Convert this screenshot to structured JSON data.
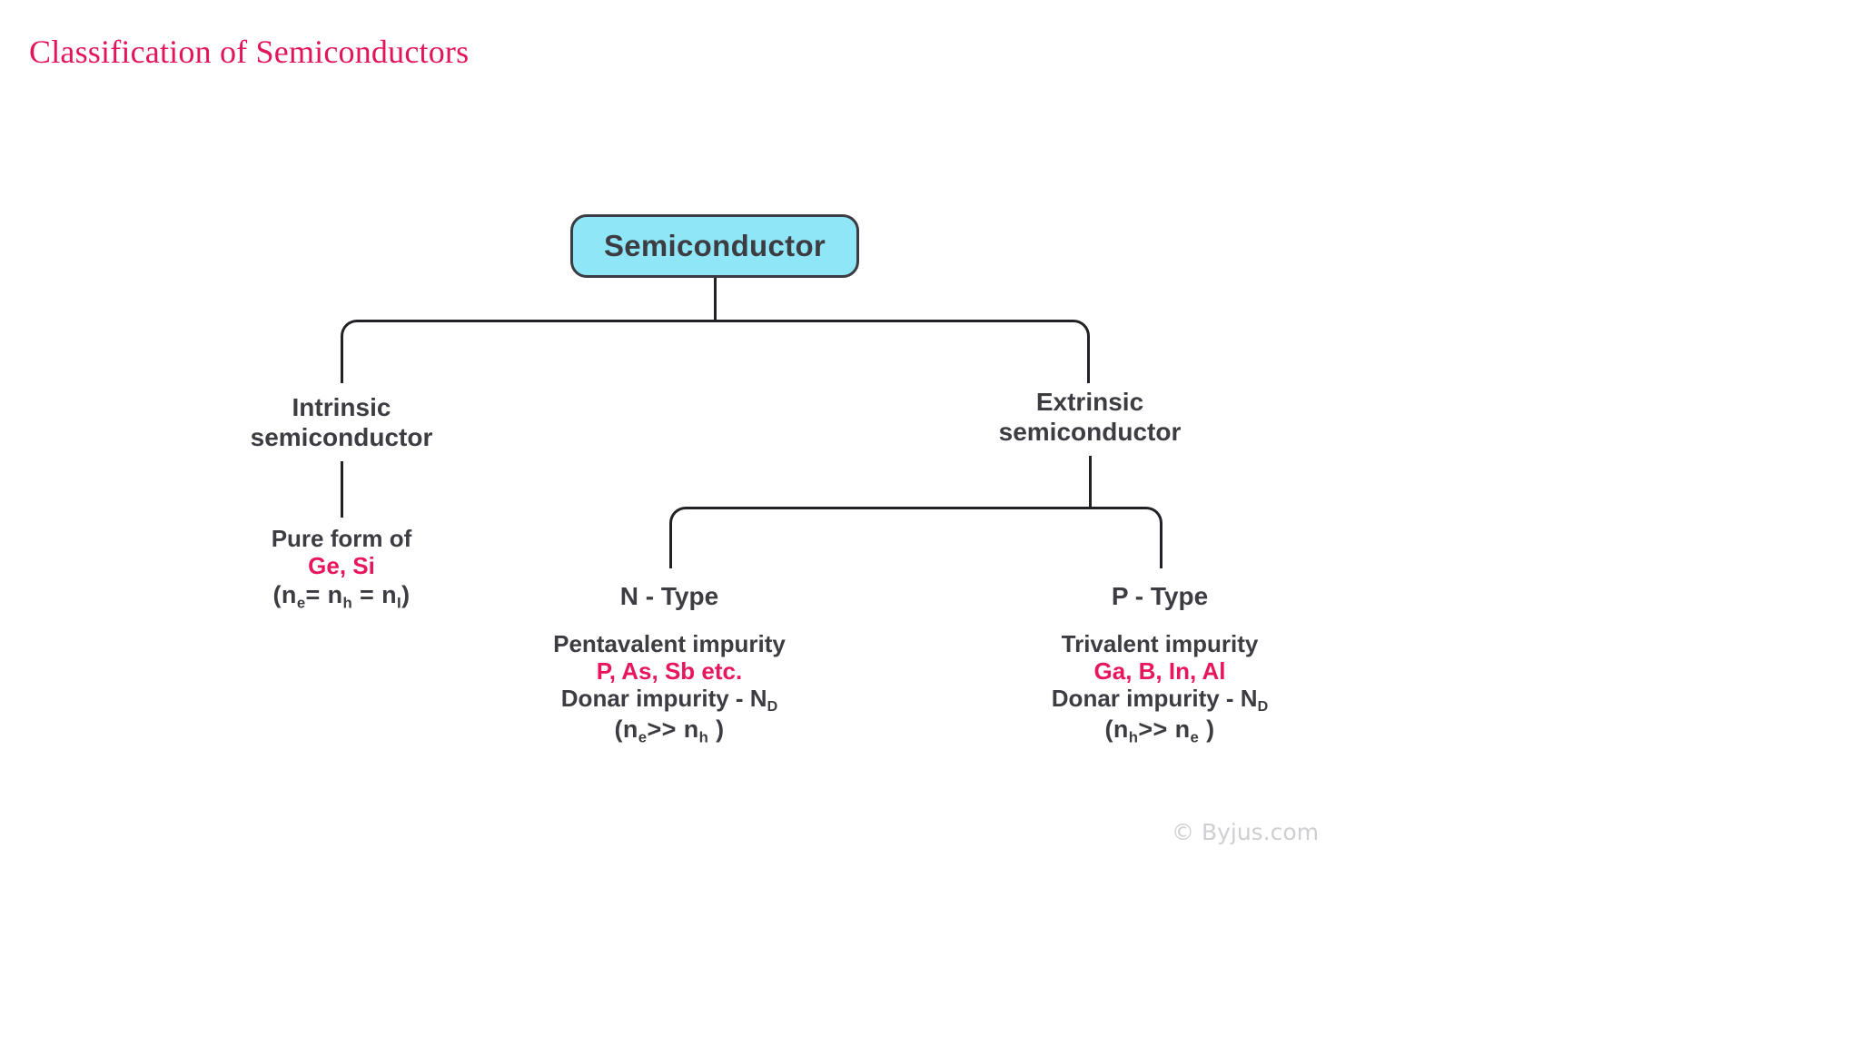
{
  "page": {
    "title": "Classification of Semiconductors",
    "title_color": "#e2145c",
    "background": "#ffffff",
    "watermark": "© Byjus.com"
  },
  "colors": {
    "node_fill": "#8fe6f6",
    "node_border": "#3b3b43",
    "text": "#3c3c42",
    "accent_pink": "#e8175d",
    "connector": "#222226"
  },
  "diagram": {
    "type": "tree",
    "root": {
      "label": "Semiconductor"
    },
    "branches": [
      {
        "id": "intrinsic",
        "label_line1": "Intrinsic",
        "label_line2": "semiconductor",
        "details": {
          "line1": "Pure form of",
          "line2": "Ge, Si",
          "line2_color": "#e8175d",
          "formula": {
            "open": "(n",
            "sub1": "e",
            "mid1": "= n",
            "sub2": "h",
            "mid2": " = n",
            "sub3": "I",
            "close": ")"
          }
        }
      },
      {
        "id": "extrinsic",
        "label_line1": "Extrinsic",
        "label_line2": "semiconductor",
        "children": [
          {
            "id": "n-type",
            "label": "N - Type",
            "details": {
              "line1": "Pentavalent impurity",
              "line2": "P, As, Sb etc.",
              "line2_color": "#e8175d",
              "line3_text": "Donar impurity - N",
              "line3_sub": "D",
              "formula": {
                "open": "(n",
                "sub1": "e",
                "mid": ">> n",
                "sub2": "h",
                "close": " )"
              }
            }
          },
          {
            "id": "p-type",
            "label": "P - Type",
            "details": {
              "line1": "Trivalent impurity",
              "line2": "Ga, B, In, Al",
              "line2_color": "#e8175d",
              "line3_text": "Donar impurity - N",
              "line3_sub": "D",
              "formula": {
                "open": "(n",
                "sub1": "h",
                "mid": ">> n",
                "sub2": "e",
                "close": " )"
              }
            }
          }
        ]
      }
    ]
  }
}
